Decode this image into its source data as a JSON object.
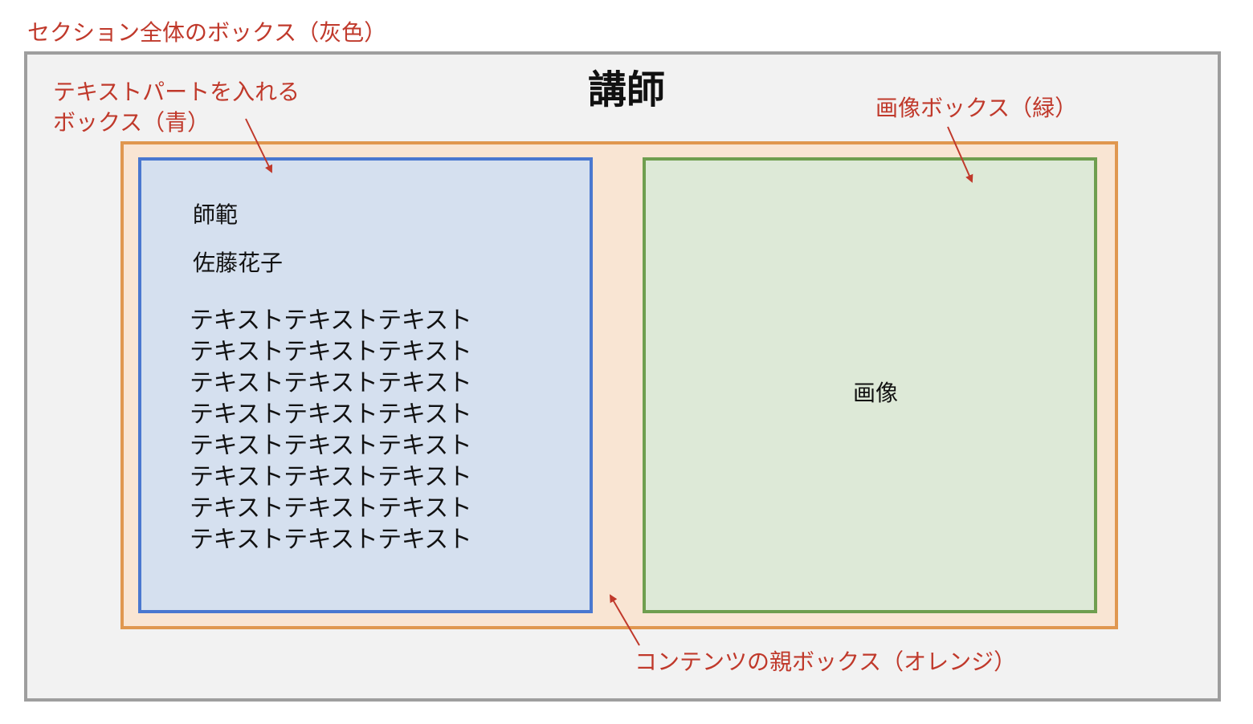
{
  "colors": {
    "annotation": "#c0392b",
    "section_fill": "#f2f2f2",
    "section_border": "#9e9e9e",
    "content_fill": "#f9e5d3",
    "content_border": "#e0974f",
    "text_fill": "#d5e0ef",
    "text_border": "#4a78d0",
    "image_fill": "#dde9d7",
    "image_border": "#6f9e4f"
  },
  "annotations": {
    "section_box": "セクション全体のボックス（灰色）",
    "text_box_line1": "テキストパートを入れる",
    "text_box_line2": "ボックス（青）",
    "image_box": "画像ボックス（緑）",
    "content_box": "コンテンツの親ボックス（オレンジ）"
  },
  "section": {
    "title": "講師"
  },
  "text_part": {
    "role": "師範",
    "name": "佐藤花子",
    "body_lines": [
      "テキストテキストテキスト",
      "テキストテキストテキスト",
      "テキストテキストテキスト",
      "テキストテキストテキスト",
      "テキストテキストテキスト",
      "テキストテキストテキスト",
      "テキストテキストテキスト",
      "テキストテキストテキスト"
    ]
  },
  "image_part": {
    "label": "画像"
  }
}
